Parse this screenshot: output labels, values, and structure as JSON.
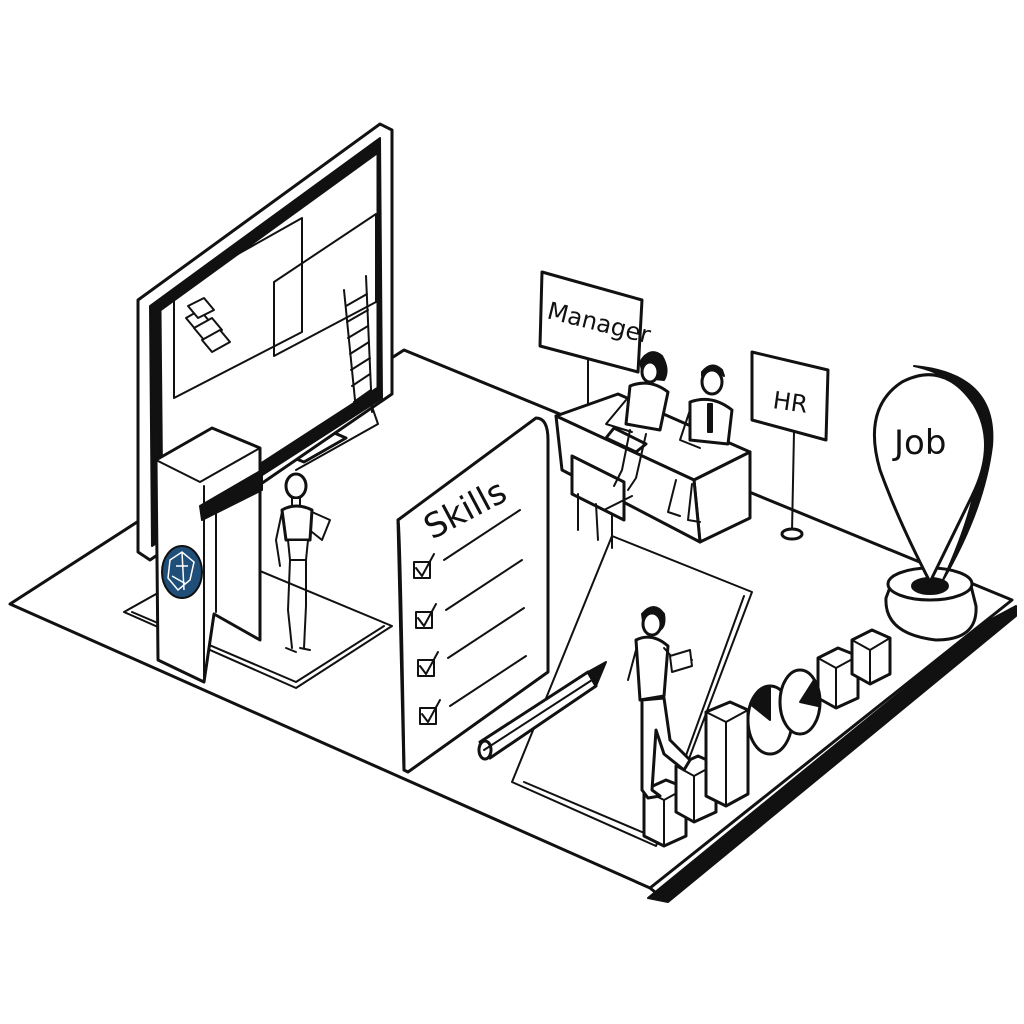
{
  "signs": {
    "manager": "Manager",
    "hr": "HR",
    "job": "Job"
  },
  "document": {
    "title": "Skills",
    "checked_items": 4
  },
  "colors": {
    "line": "#111111",
    "background": "#ffffff",
    "logo": "#1f4e79"
  },
  "icons": [
    "monitor",
    "ladder",
    "turnstile-gate",
    "logo-emblem",
    "robot-mannequin",
    "checklist",
    "pencil",
    "bar-chart",
    "pie-chart",
    "location-pin",
    "desk",
    "chair"
  ]
}
